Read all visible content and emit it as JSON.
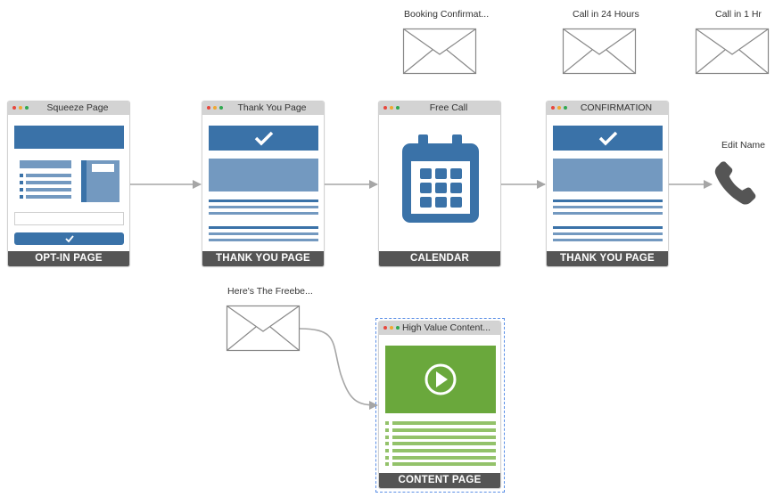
{
  "colors": {
    "primary_blue": "#3a72a8",
    "light_blue": "#7399c0",
    "green": "#6aa83c",
    "light_green": "#93c26a",
    "footer_bg": "#555555",
    "header_bg": "#d3d3d3",
    "connector": "#a6a6a6",
    "dot_red": "#e8463c",
    "dot_yellow": "#f0a830",
    "dot_green": "#2fa84f",
    "selection": "#5b8fe6",
    "phone": "#555555"
  },
  "pages": [
    {
      "id": "optin",
      "title": "Squeeze Page",
      "footer": "OPT-IN PAGE",
      "template": "optin"
    },
    {
      "id": "thankyou1",
      "title": "Thank You Page",
      "footer": "THANK YOU PAGE",
      "template": "thankyou"
    },
    {
      "id": "calendar",
      "title": "Free Call",
      "footer": "CALENDAR",
      "template": "calendar"
    },
    {
      "id": "thankyou2",
      "title": "CONFIRMATION",
      "footer": "THANK YOU PAGE",
      "template": "thankyou"
    },
    {
      "id": "content",
      "title": "High Value Content...",
      "footer": "CONTENT PAGE",
      "template": "video",
      "selected": true
    }
  ],
  "emails": [
    {
      "id": "booking",
      "label": "Booking Confirmat..."
    },
    {
      "id": "call24",
      "label": "Call in 24 Hours"
    },
    {
      "id": "call1",
      "label": "Call in 1 Hr"
    },
    {
      "id": "freebie",
      "label": "Here's The Freebe..."
    }
  ],
  "phone_step": {
    "label": "Edit Name",
    "icon": "phone-icon"
  }
}
